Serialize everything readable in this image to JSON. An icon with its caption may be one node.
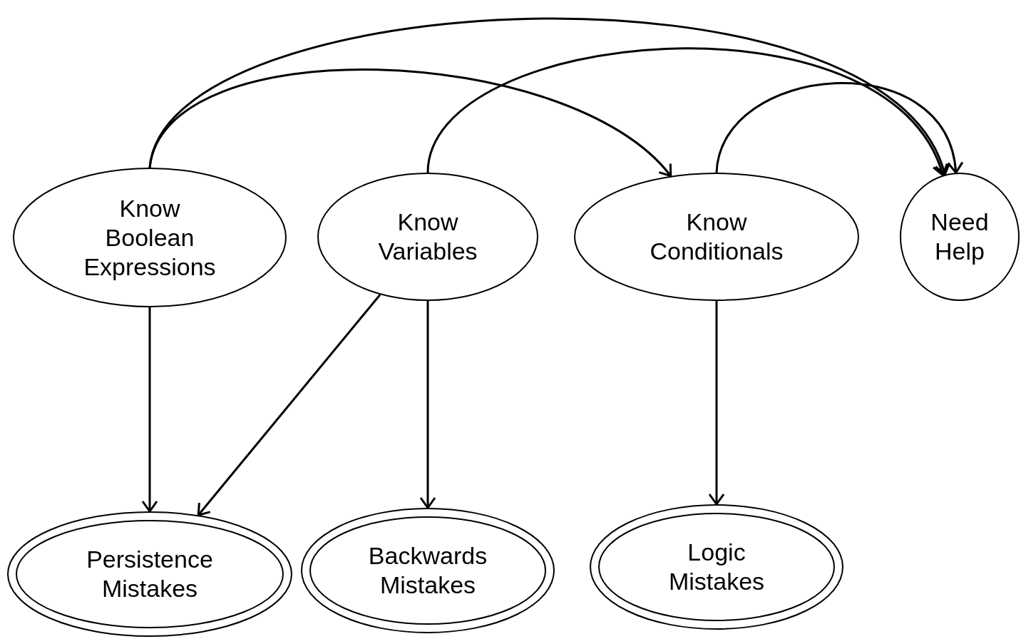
{
  "diagram": {
    "nodes": [
      {
        "text": [
          "Know Boolean Expressions"
        ]
      },
      {
        "text": [
          "Know Variables"
        ]
      },
      {
        "text": [
          "Know Conditionals"
        ]
      },
      {
        "text": [
          "Need Help"
        ]
      },
      {
        "text": [
          "Persistence Mistakes"
        ]
      },
      {
        "text": [
          "Backwards Mistakes"
        ]
      },
      {
        "text": [
          "Logic Mistakes"
        ]
      }
    ],
    "edges": [
      {
        "from": 0,
        "to": 3,
        "arrow": "to"
      },
      {
        "from": 0,
        "to": 2,
        "arrow": "to"
      },
      {
        "from": 1,
        "to": 3,
        "arrow": "to"
      },
      {
        "from": 2,
        "to": 3,
        "arrow": "to"
      },
      {
        "from": 0,
        "to": 4,
        "arrow": "to"
      },
      {
        "from": 1,
        "to": 4,
        "arrow": "to"
      },
      {
        "from": 1,
        "to": 5,
        "arrow": "to"
      },
      {
        "from": 2,
        "to": 6,
        "arrow": "to"
      }
    ]
  }
}
